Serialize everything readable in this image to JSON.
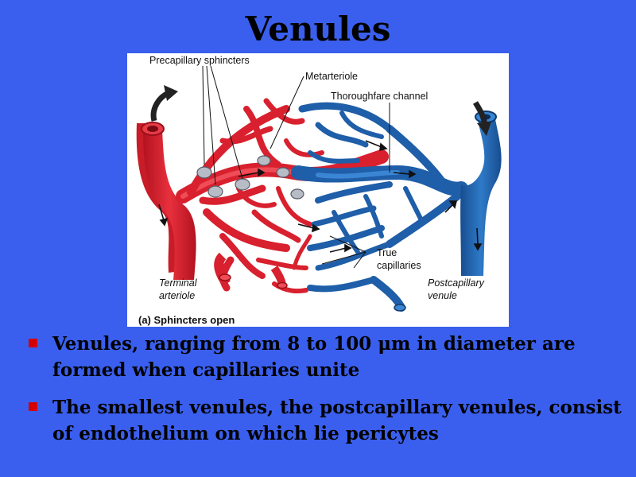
{
  "slide": {
    "title": "Venules"
  },
  "figure": {
    "labels": {
      "precapillary_sphincters": "Precapillary sphincters",
      "metarteriole": "Metarteriole",
      "thoroughfare_channel": "Thoroughfare channel",
      "true_capillaries_1": "True",
      "true_capillaries_2": "capillaries",
      "terminal_arteriole_1": "Terminal",
      "terminal_arteriole_2": "arteriole",
      "postcapillary_venule_1": "Postcapillary",
      "postcapillary_venule_2": "venule",
      "caption": "(a) Sphincters open"
    },
    "colors": {
      "arterial": "#d8202e",
      "venous": "#1f5ea8",
      "sphincter": "#b8bcc6"
    }
  },
  "bullets": [
    {
      "text": "Venules, ranging from 8 to 100 μm in diameter are formed when capillaries unite"
    },
    {
      "text": "The smallest venules, the postcapillary venules, consist of endothelium on which lie pericytes"
    }
  ]
}
